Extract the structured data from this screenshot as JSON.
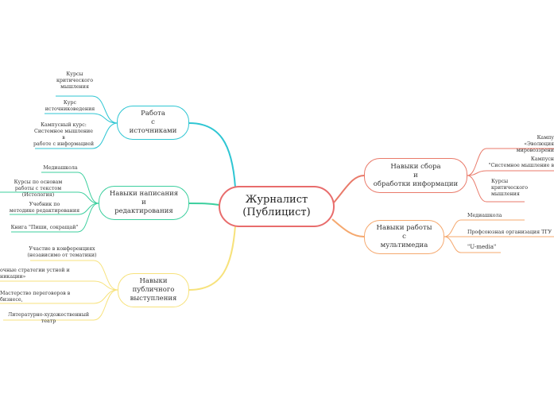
{
  "central": "Журналист\n(Публицист)",
  "branches": {
    "sources": {
      "title": "Работа\nс\nисточниками",
      "color": "#2fc6d3",
      "leaves": [
        "Курсы\nкритического\nмышления",
        "Курс\nисточниковедения",
        "Кампусный курс:\nСистемное мышление\nв\nработе с информацией"
      ]
    },
    "writing": {
      "title": "Навыки написания\nи\nредактирования",
      "color": "#3ccf9e",
      "leaves": [
        "Медиашкола",
        "Курсы по основам\nработы с текстом (Истология)",
        "Учебник по\nметодике редактирования",
        "Книга \"Пиши, сокращай\""
      ]
    },
    "speaking": {
      "title": "Навыки\nпубличного\nвыступления",
      "color": "#f7e27c",
      "leaves": [
        "Участие в конференциях\n(независимо от тематики)",
        "очные стратегии устной и\nникации»",
        "Мастерство переговоров в бизнесе,",
        "Литературно-художественный театр"
      ]
    },
    "gathering": {
      "title": "Навыки сбора\nи\nобработки информации",
      "color": "#e97a6a",
      "leaves": [
        "Кампу\n«Эволюция мировоззрени",
        "Кампусн\n\"Системное мышление в",
        "Курсы\nкритического\nмышления"
      ]
    },
    "multimedia": {
      "title": "Навыки работы\nс\nмультимедиа",
      "color": "#f5a86e",
      "leaves": [
        "Медиашкола",
        "Профсоюзная организация ТГУ",
        "\"U-media\""
      ]
    }
  }
}
